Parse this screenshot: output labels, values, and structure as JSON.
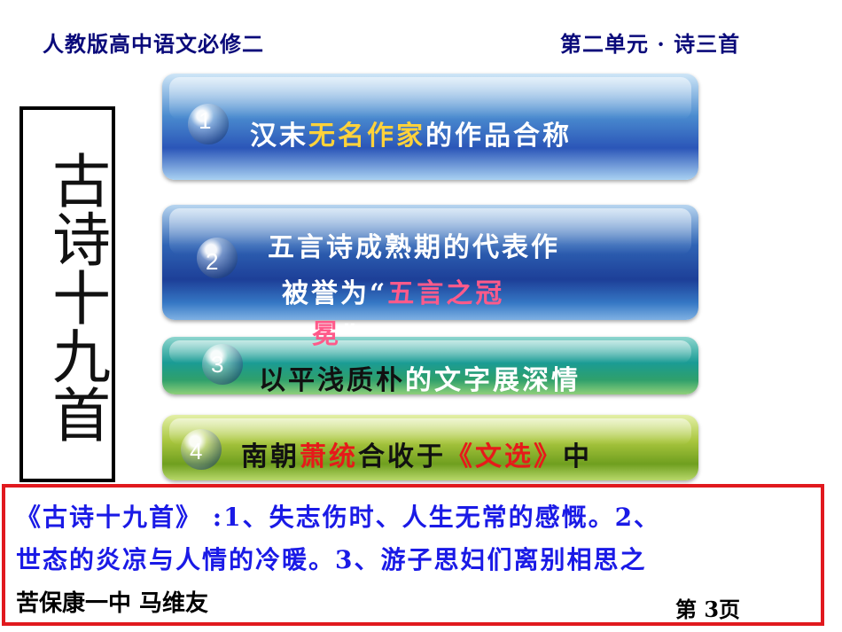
{
  "header": {
    "left": "人教版高中语文必修二",
    "right": "第二单元 · 诗三首"
  },
  "vertical_title": "古诗十九首",
  "bars": [
    {
      "number": "1",
      "segments": [
        {
          "t": "汉末",
          "c": "w"
        },
        {
          "t": "无名作家",
          "c": "y"
        },
        {
          "t": "的作品合称",
          "c": "w"
        }
      ]
    },
    {
      "number": "2",
      "line1": "五言诗成熟期的代表作",
      "line2_prefix": "被誉为“",
      "line2_pink": "五言之冠",
      "line3_pink": "冕",
      "line3_suffix": "”"
    },
    {
      "number": "3",
      "segments": [
        {
          "t": "以平浅质朴",
          "c": "dk"
        },
        {
          "t": "的文字展深情",
          "c": "w"
        }
      ]
    },
    {
      "number": "4",
      "segments": [
        {
          "t": "南朝",
          "c": "dk"
        },
        {
          "t": "萧统",
          "c": "rd"
        },
        {
          "t": "合收于",
          "c": "dk"
        },
        {
          "t": "《文选》",
          "c": "rd"
        },
        {
          "t": "中",
          "c": "dk"
        }
      ]
    }
  ],
  "summary": {
    "line1": "《古诗十九首》 :1、失志伤时、人生无常的感慨。2、",
    "line2": "世态的炎凉与人情的冷暖。3、游子思妇们离别相思之"
  },
  "footer": {
    "author": "苦保康一中   马维友",
    "page": "第 3页"
  }
}
